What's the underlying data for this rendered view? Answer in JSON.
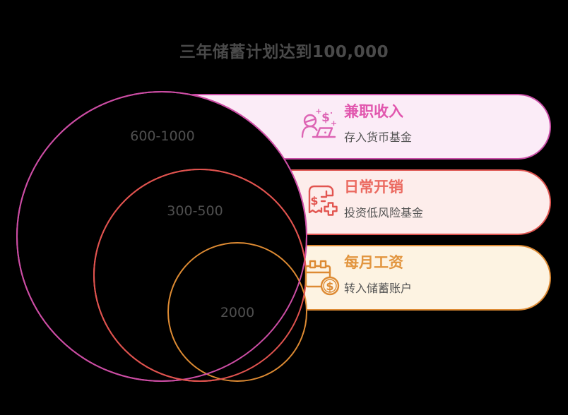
{
  "title": "三年储蓄计划达到100,000",
  "glyphs": {
    "dollar": "$",
    "plus": "+"
  },
  "colors": {
    "background": "#000000",
    "title_text": "#4a4a4a",
    "ring_label_text": "#4f4f4f",
    "pink_stroke": "#cc4da4",
    "red_stroke": "#e0534f",
    "orange_stroke": "#de8b33",
    "pink_card_fill": "#fbecf7",
    "red_card_fill": "#fdedeb",
    "orange_card_fill": "#fdf3e2",
    "pink_title": "#e156ae",
    "red_title": "#eb6a60",
    "orange_title": "#e2953f"
  },
  "rings": [
    {
      "label": "600-1000",
      "color": "#cc4da4",
      "linked_card": "兼职收入"
    },
    {
      "label": "300-500",
      "color": "#e0534f",
      "linked_card": "日常开销"
    },
    {
      "label": "2000",
      "color": "#de8b33",
      "linked_card": "每月工资"
    }
  ],
  "cards": [
    {
      "title": "兼职收入",
      "subtitle": "存入货币基金",
      "icon": "person-laptop-dollar-icon",
      "accent": "#e156ae"
    },
    {
      "title": "日常开销",
      "subtitle": "投资低风险基金",
      "icon": "receipt-plus-icon",
      "accent": "#eb6a60"
    },
    {
      "title": "每月工资",
      "subtitle": "转入储蓄账户",
      "icon": "calendar-coin-icon",
      "accent": "#e2953f"
    }
  ]
}
